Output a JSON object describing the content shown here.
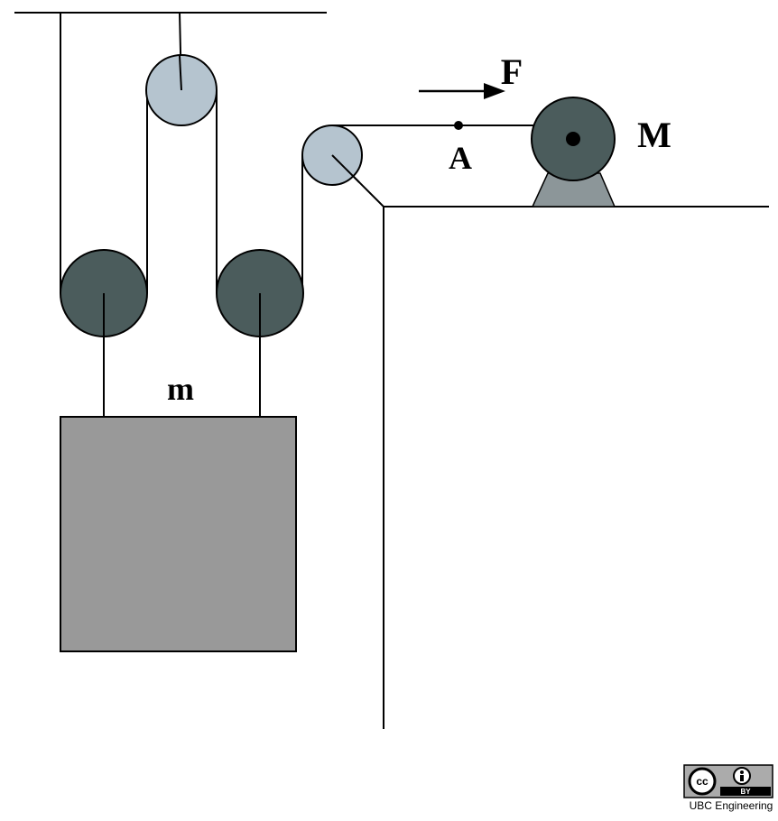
{
  "labels": {
    "force": "F",
    "point": "A",
    "cart_mass": "M",
    "hanging_mass": "m"
  },
  "license": {
    "cc": "cc",
    "by": "BY",
    "credit": "UBC Engineering"
  },
  "colors": {
    "dark_pulley": "#4b5c5c",
    "light_pulley": "#b5c4cf",
    "cart_wheel": "#4b5c5c",
    "cart_base": "#8c9699",
    "block": "#999999",
    "line": "#000000"
  }
}
